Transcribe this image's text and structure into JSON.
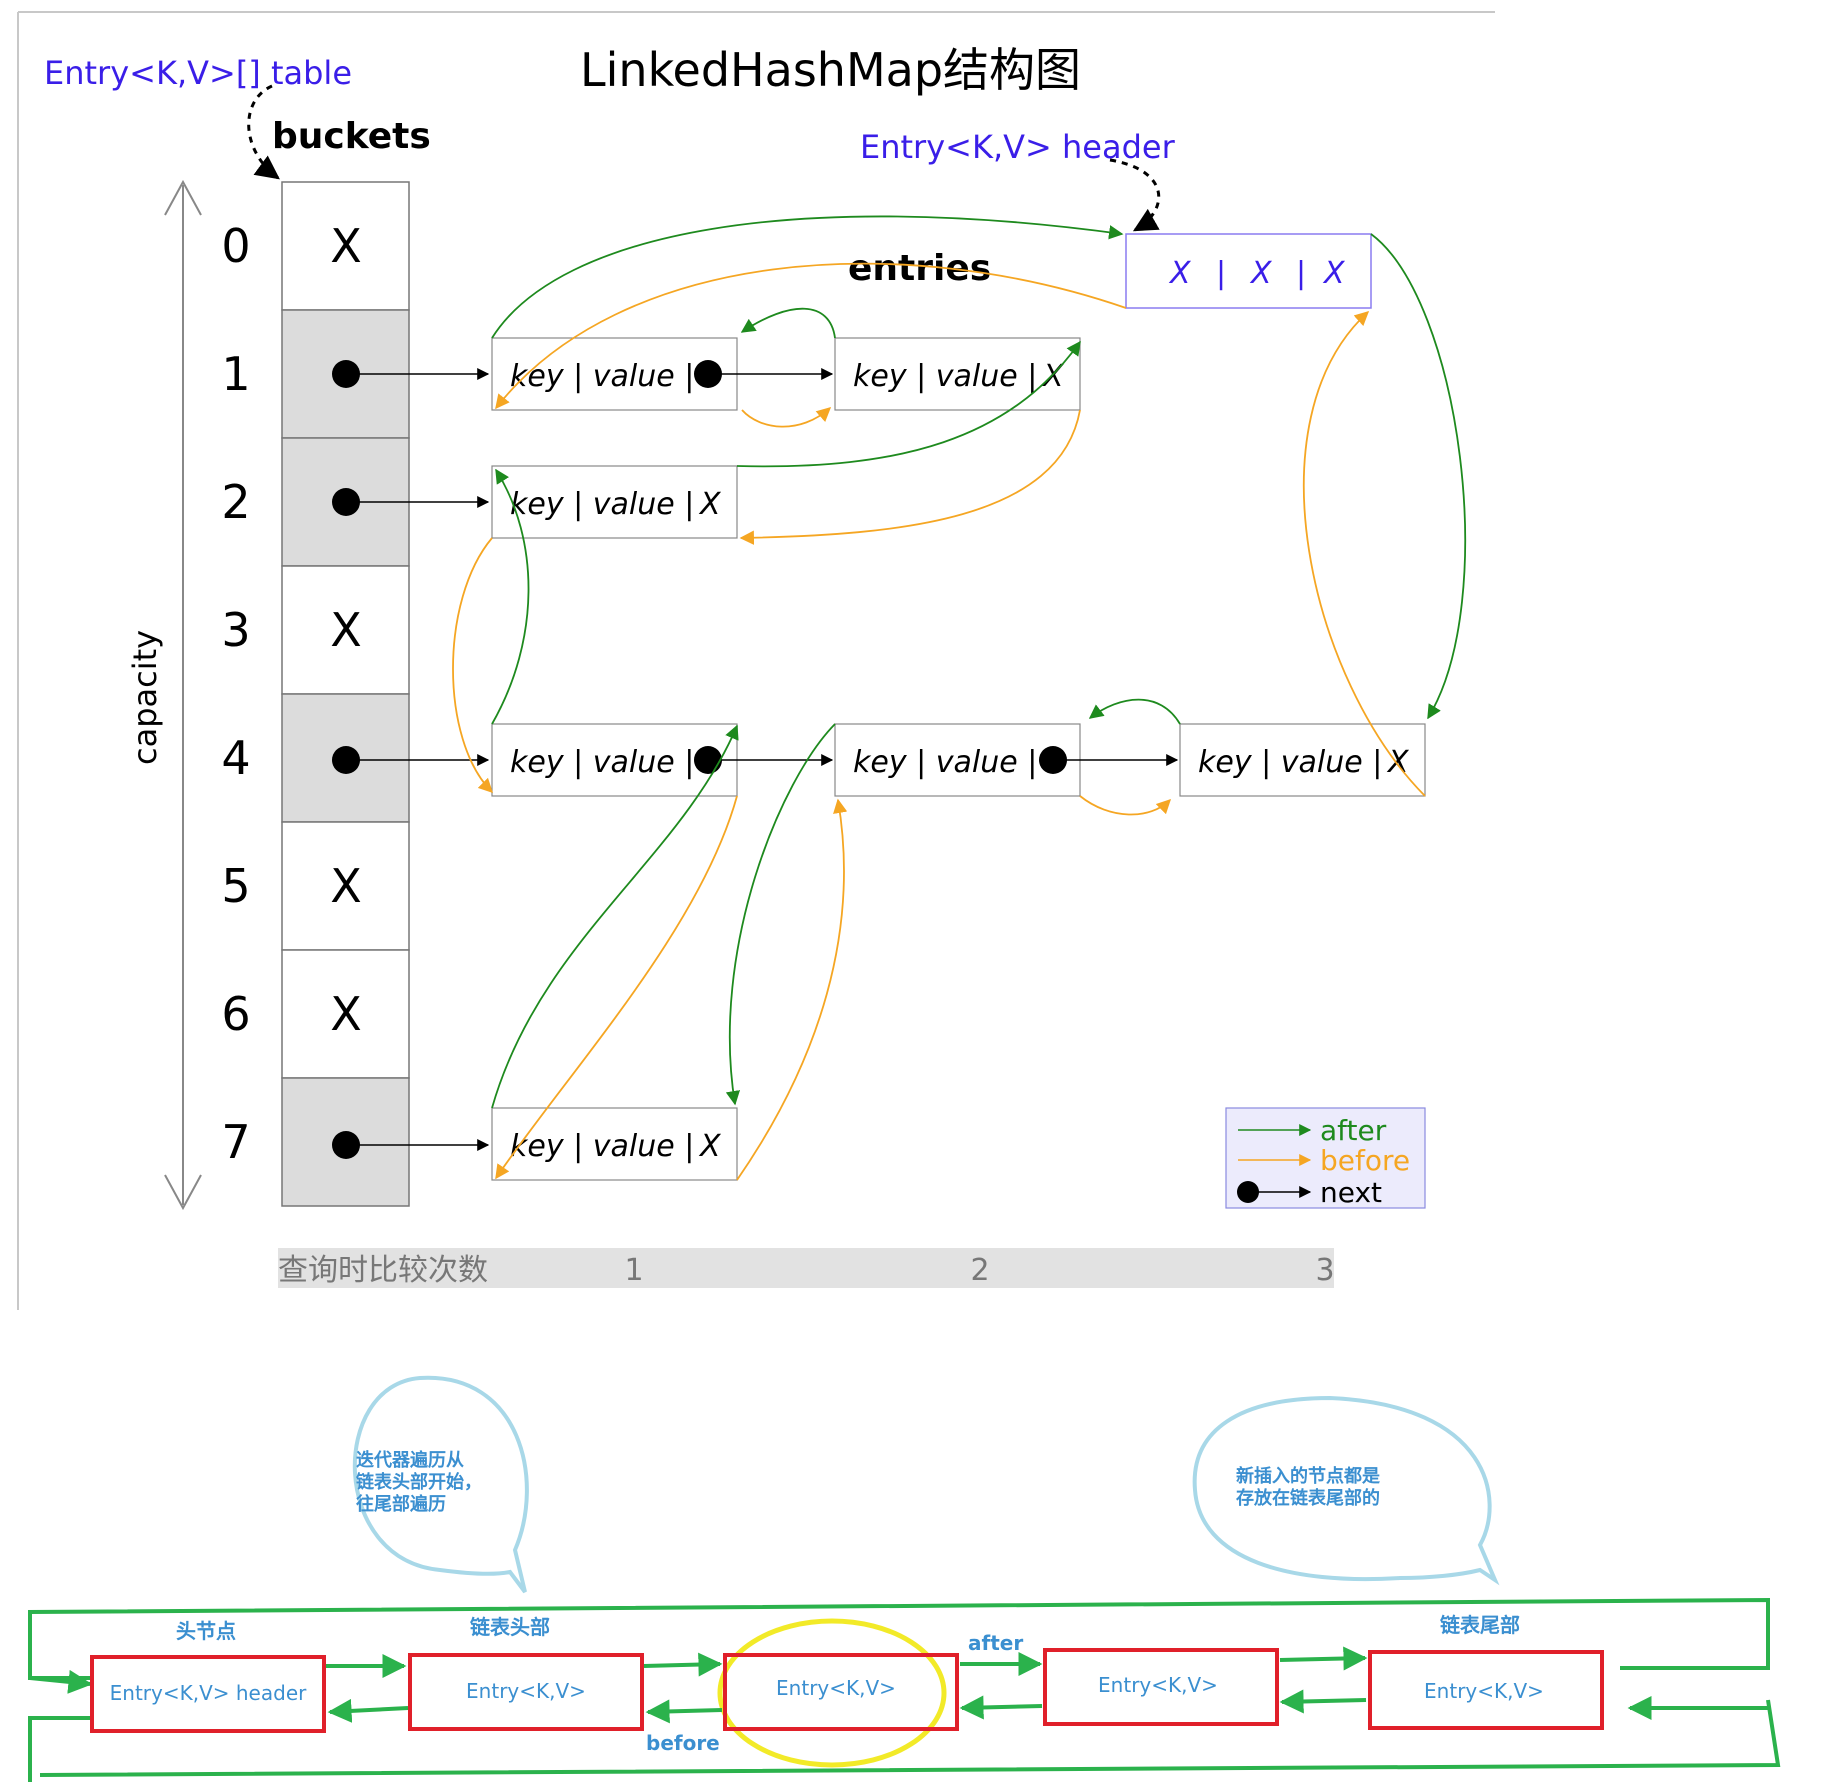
{
  "top": {
    "title": "LinkedHashMap结构图",
    "table_label": "Entry<K,V>[] table",
    "buckets_label": "buckets",
    "header_label": "Entry<K,V> header",
    "entries_label": "entries",
    "capacity_label": "capacity",
    "bucket_indices": [
      "0",
      "1",
      "2",
      "3",
      "4",
      "5",
      "6",
      "7"
    ],
    "bucket_values": [
      "X",
      "●",
      "●",
      "X",
      "●",
      "X",
      "X",
      "●"
    ],
    "header_cells": [
      "X",
      "|",
      "X",
      "|",
      "X"
    ],
    "entry_text": "key | value |",
    "entry_null": "X",
    "legend": {
      "after": "after",
      "before": "before",
      "next": "next"
    },
    "query_bar": {
      "label": "查询时比较次数",
      "steps": [
        "1",
        "2",
        "3"
      ]
    },
    "colors": {
      "after": "#1e8a1e",
      "before": "#f5a623",
      "next": "#000000",
      "header": "#3a1ee8"
    }
  },
  "bottom": {
    "bubble_left": [
      "迭代器遍历从",
      "链表头部开始，",
      "往尾部遍历"
    ],
    "bubble_right": [
      "新插入的节点都是",
      "存放在链表尾部的"
    ],
    "node_titles": [
      "头节点",
      "链表头部",
      "链表尾部"
    ],
    "nodes": [
      "Entry<K,V> header",
      "Entry<K,V>",
      "Entry<K,V>",
      "Entry<K,V>",
      "Entry<K,V>"
    ],
    "after_label": "after",
    "before_label": "before",
    "colors": {
      "box": "#e0202a",
      "arrow": "#2bb24c",
      "text": "#3b8fd0",
      "bubble": "#a8d8e8",
      "highlight": "#f2ea28"
    }
  }
}
